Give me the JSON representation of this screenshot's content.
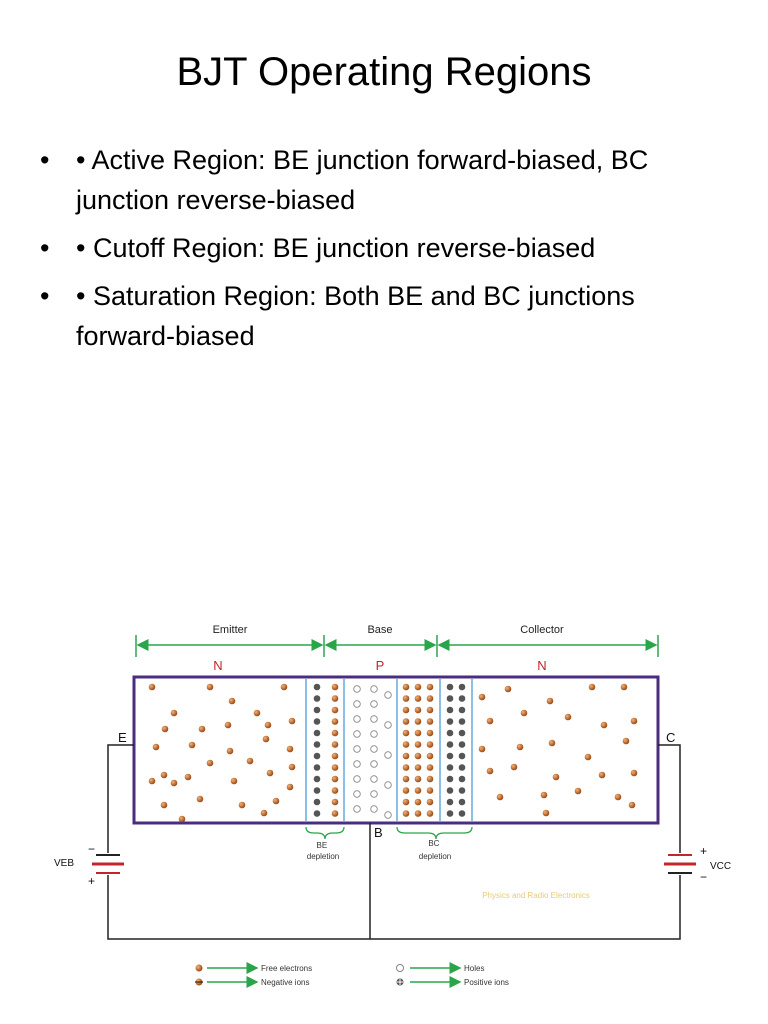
{
  "slide": {
    "title": "BJT Operating Regions",
    "bullet_marker": "•",
    "bullets": [
      "• Active Region: BE junction forward-biased, BC junction reverse-biased",
      "• Cutoff Region: BE junction reverse-biased",
      "• Saturation Region: Both BE and BC junctions forward-biased"
    ]
  },
  "diagram": {
    "region_labels": {
      "emitter": "Emitter",
      "base": "Base",
      "collector": "Collector"
    },
    "doping": {
      "emitter": "N",
      "base": "P",
      "collector": "N"
    },
    "terminals": {
      "emitter": "E",
      "base": "B",
      "collector": "C"
    },
    "depletion": {
      "be": [
        "BE",
        "depletion"
      ],
      "bc": [
        "BC",
        "depletion"
      ]
    },
    "sources": {
      "veb": "VEB",
      "vcc": "VCC"
    },
    "watermark": "Physics and Radio Electronics",
    "legend": {
      "free_electrons": "Free electrons",
      "holes": "Holes",
      "negative_ions": "Negative ions",
      "positive_ions": "Positive ions"
    },
    "colors": {
      "box_border": "#4b2d7f",
      "arrow_green": "#2aa64a",
      "depletion_blue": "#3d95d8",
      "electron": "#c26a2a",
      "doping_red": "#c0262b",
      "watermark": "#e7c97a"
    }
  }
}
